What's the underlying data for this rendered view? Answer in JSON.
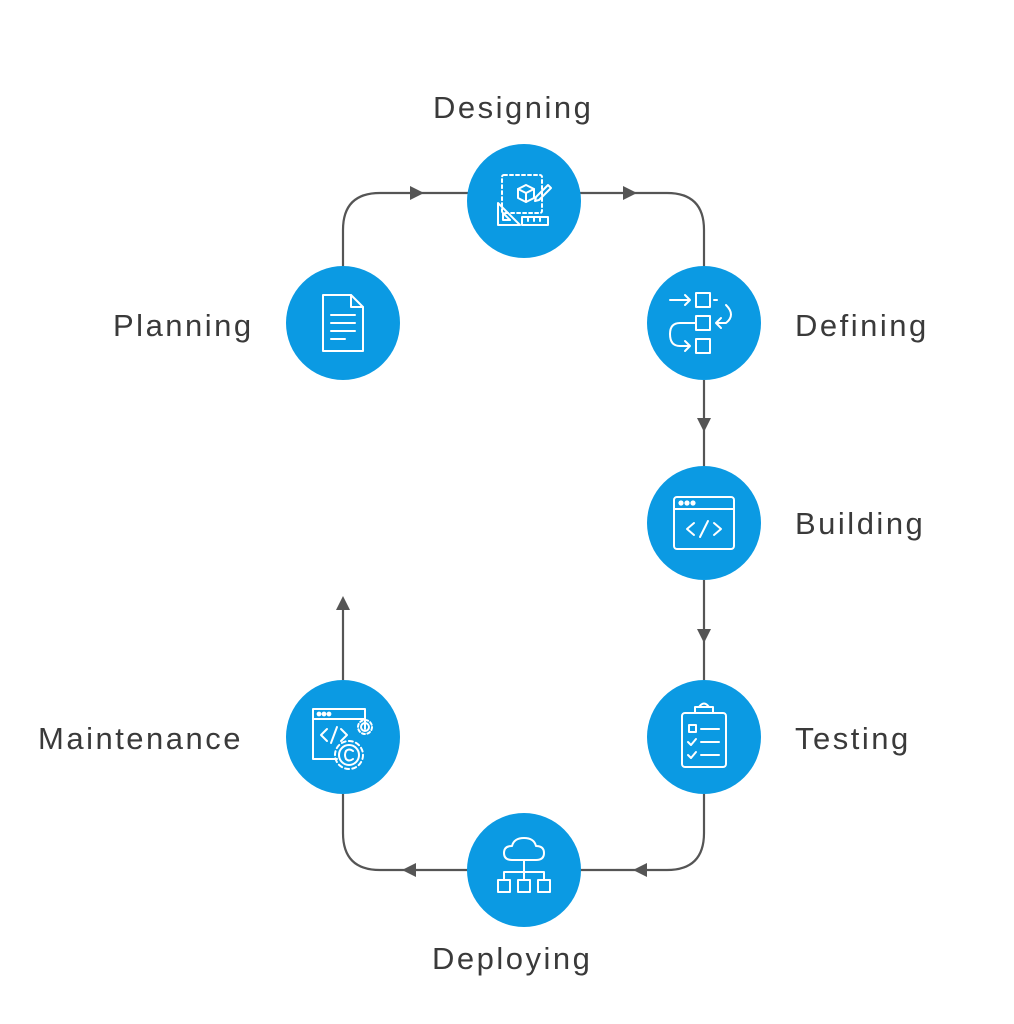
{
  "diagram": {
    "accent_color": "#0b9ae3",
    "line_color": "#555555",
    "stages": {
      "designing": {
        "label": "Designing",
        "icon": "design-tools-icon"
      },
      "planning": {
        "label": "Planning",
        "icon": "document-icon"
      },
      "defining": {
        "label": "Defining",
        "icon": "flowchart-icon"
      },
      "building": {
        "label": "Building",
        "icon": "code-window-icon"
      },
      "testing": {
        "label": "Testing",
        "icon": "checklist-clipboard-icon"
      },
      "deploying": {
        "label": "Deploying",
        "icon": "cloud-network-icon"
      },
      "maintenance": {
        "label": "Maintenance",
        "icon": "code-gears-icon"
      }
    }
  }
}
